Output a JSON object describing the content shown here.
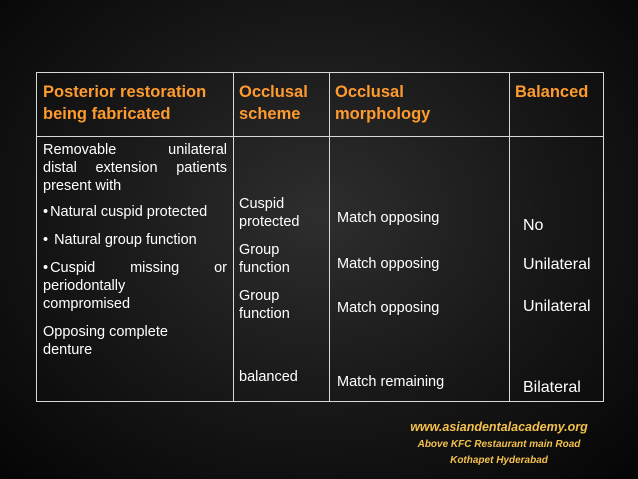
{
  "table": {
    "headers": [
      {
        "line1": "Posterior restoration",
        "line2": "being fabricated"
      },
      {
        "line1": "Occlusal",
        "line2": "scheme"
      },
      {
        "line1": "Occlusal",
        "line2": "morphology"
      },
      {
        "line1": "Balanced",
        "line2": ""
      }
    ],
    "col1": {
      "intro_a": [
        "Removable",
        "unilateral"
      ],
      "intro_b": [
        "distal",
        "extension",
        "patients"
      ],
      "intro_c": "present with",
      "item1": "Natural cuspid protected",
      "item2": "Natural group function",
      "item3_a": [
        "Cuspid",
        "missing",
        "or"
      ],
      "item3_b": "periodontally",
      "item3_c": "compromised",
      "item4_a": "Opposing complete",
      "item4_b": "denture"
    },
    "col2": {
      "r1_a": "Cuspid",
      "r1_b": "protected",
      "r2_a": "Group",
      "r2_b": "function",
      "r3_a": "Group",
      "r3_b": "function",
      "r4": "balanced"
    },
    "col3": [
      "Match opposing",
      "Match opposing",
      "Match opposing",
      "Match remaining"
    ],
    "col4": [
      "No",
      "Unilateral",
      "Unilateral",
      "Bilateral"
    ]
  },
  "footer": {
    "website": "www.asiandentalacademy.org",
    "line2": "Above KFC Restaurant main Road",
    "line3": "Kothapet Hyderabad"
  },
  "colors": {
    "header_text": "#ff9a2e",
    "body_text": "#ffffff",
    "footer_text": "#f4c04e",
    "background": "#1a1a1a"
  }
}
